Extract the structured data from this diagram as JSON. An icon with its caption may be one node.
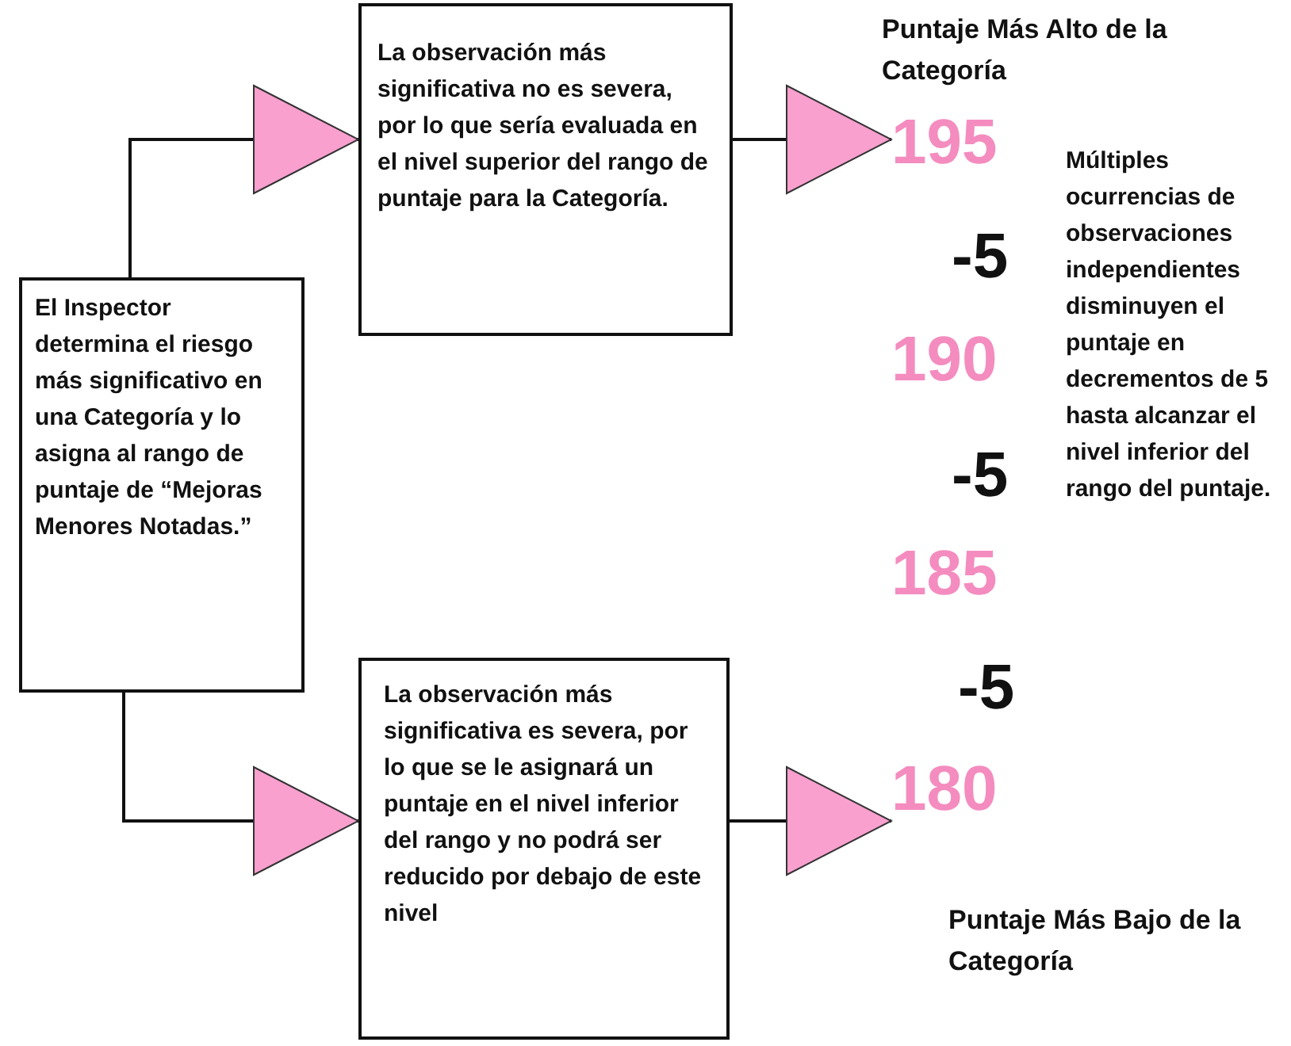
{
  "diagram": {
    "nodes": [
      {
        "text": [
          "El Inspector determina el riesgo más significativo en una Categoría y lo asigna al rango de puntaje de “Mejoras Menores Notadas.”"
        ]
      },
      {
        "text": [
          "La observación más significativa no es severa, por lo que sería evaluada en el nivel superior del rango de puntaje para la Categoría."
        ]
      },
      {
        "text": [
          "La observación más significativa es severa, por lo que se le asignará un puntaje en el nivel inferior del rango y no podrá ser reducido por debajo de este nivel"
        ]
      },
      {
        "text": [
          "195"
        ]
      },
      {
        "text": [
          "180"
        ]
      }
    ],
    "edges": [
      {
        "from": 0,
        "to": 1,
        "arrow": "to"
      },
      {
        "from": 1,
        "to": 3,
        "arrow": "to"
      },
      {
        "from": 0,
        "to": 2,
        "arrow": "to"
      },
      {
        "from": 2,
        "to": 4,
        "arrow": "to"
      }
    ],
    "labels": [
      "Puntaje Más Alto de la Categoría",
      "-5",
      "190",
      "-5",
      "185",
      "-5",
      "Múltiples ocurrencias de observaciones independientes disminuyen el puntaje en decrementos de 5 hasta alcanzar el nivel inferior del rango del puntaje.",
      "Puntaje Más Bajo de la Categoría"
    ]
  }
}
